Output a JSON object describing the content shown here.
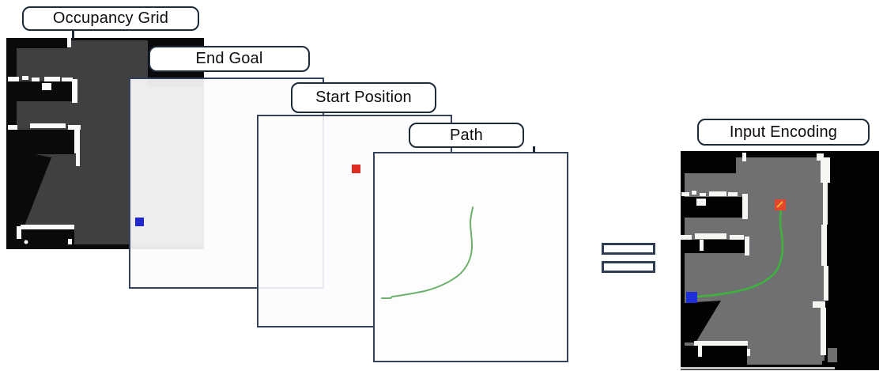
{
  "diagram": {
    "labels": {
      "occupancy_grid": "Occupancy Grid",
      "end_goal": "End Goal",
      "start_position": "Start Position",
      "path": "Path",
      "input_encoding": "Input Encoding"
    },
    "operator": "equals-sign",
    "layers_order": [
      "Occupancy Grid",
      "End Goal",
      "Start Position",
      "Path"
    ],
    "result": "Input Encoding",
    "markers": {
      "end_goal_marker": "blue-square",
      "start_position_marker": "red-square",
      "path_marker": "green-curve"
    },
    "colors": {
      "label-border": "#1c2a3a",
      "panel-border": "#33435c",
      "grid-dark-gray": "#404043",
      "grid-black": "#0a0a0c",
      "encoding-gray": "#707073",
      "encoding-black": "#000000",
      "goal-marker-blue": "#2227cc",
      "start-marker-red": "#e02a22",
      "path-green": "#6cb26c",
      "encoding-path-green": "#3cb43c",
      "encoding-goal-blue": "#1c2fd8",
      "encoding-start-red": "#e5472b",
      "encoding-start-accent": "#f9b234"
    }
  }
}
